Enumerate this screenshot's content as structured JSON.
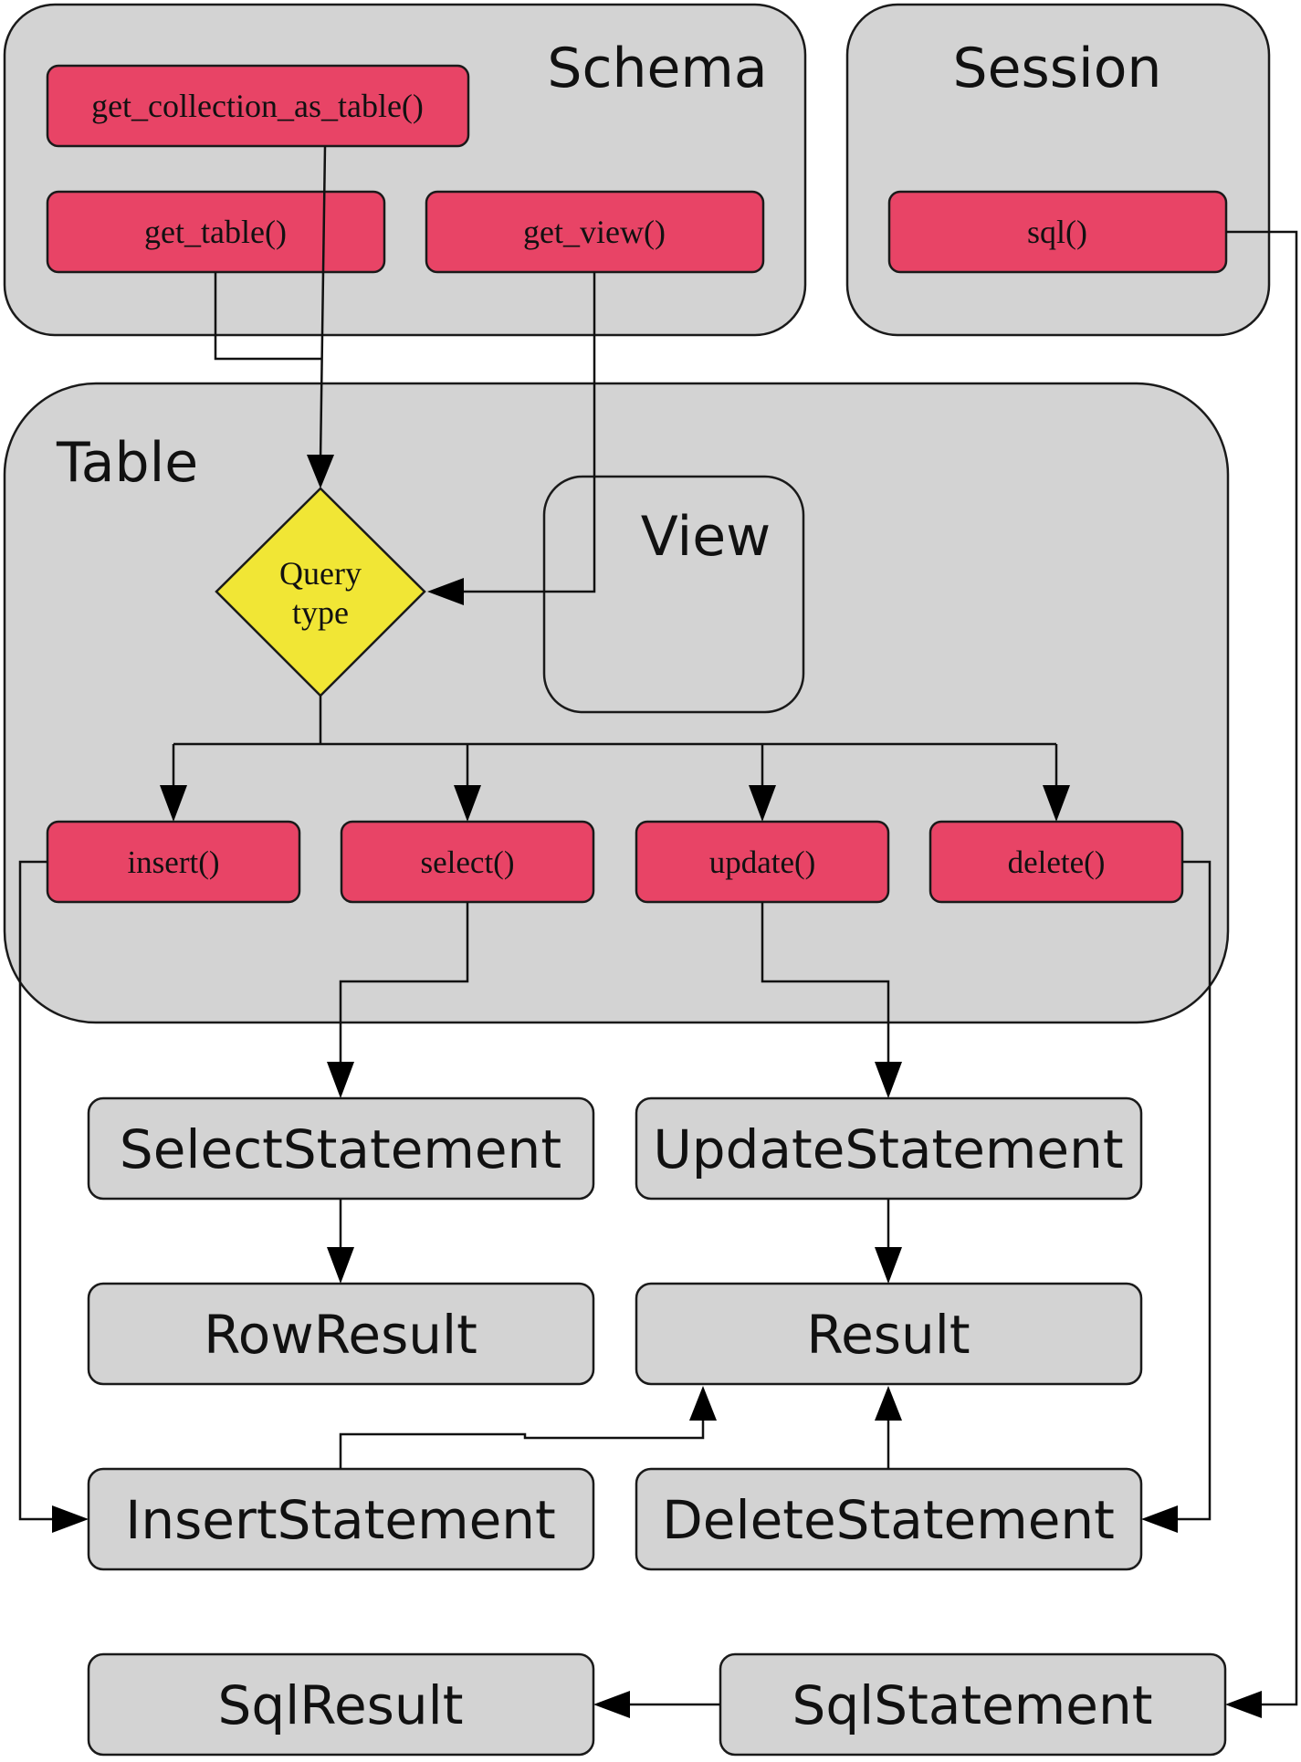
{
  "containers": {
    "schema": {
      "title": "Schema"
    },
    "session": {
      "title": "Session"
    },
    "table": {
      "title": "Table"
    },
    "view": {
      "title": "View"
    }
  },
  "methods": {
    "get_collection_as_table": "get_collection_as_table()",
    "get_table": "get_table()",
    "get_view": "get_view()",
    "sql": "sql()",
    "insert": "insert()",
    "select": "select()",
    "update": "update()",
    "delete": "delete()"
  },
  "decision": {
    "line1": "Query",
    "line2": "type"
  },
  "objects": {
    "select_statement": "SelectStatement",
    "update_statement": "UpdateStatement",
    "row_result": "RowResult",
    "result": "Result",
    "insert_statement": "InsertStatement",
    "delete_statement": "DeleteStatement",
    "sql_result": "SqlResult",
    "sql_statement": "SqlStatement"
  },
  "colors": {
    "container_fill": "#d3d3d3",
    "method_fill": "#e84466",
    "decision_fill": "#f1e635",
    "line": "#111111"
  }
}
